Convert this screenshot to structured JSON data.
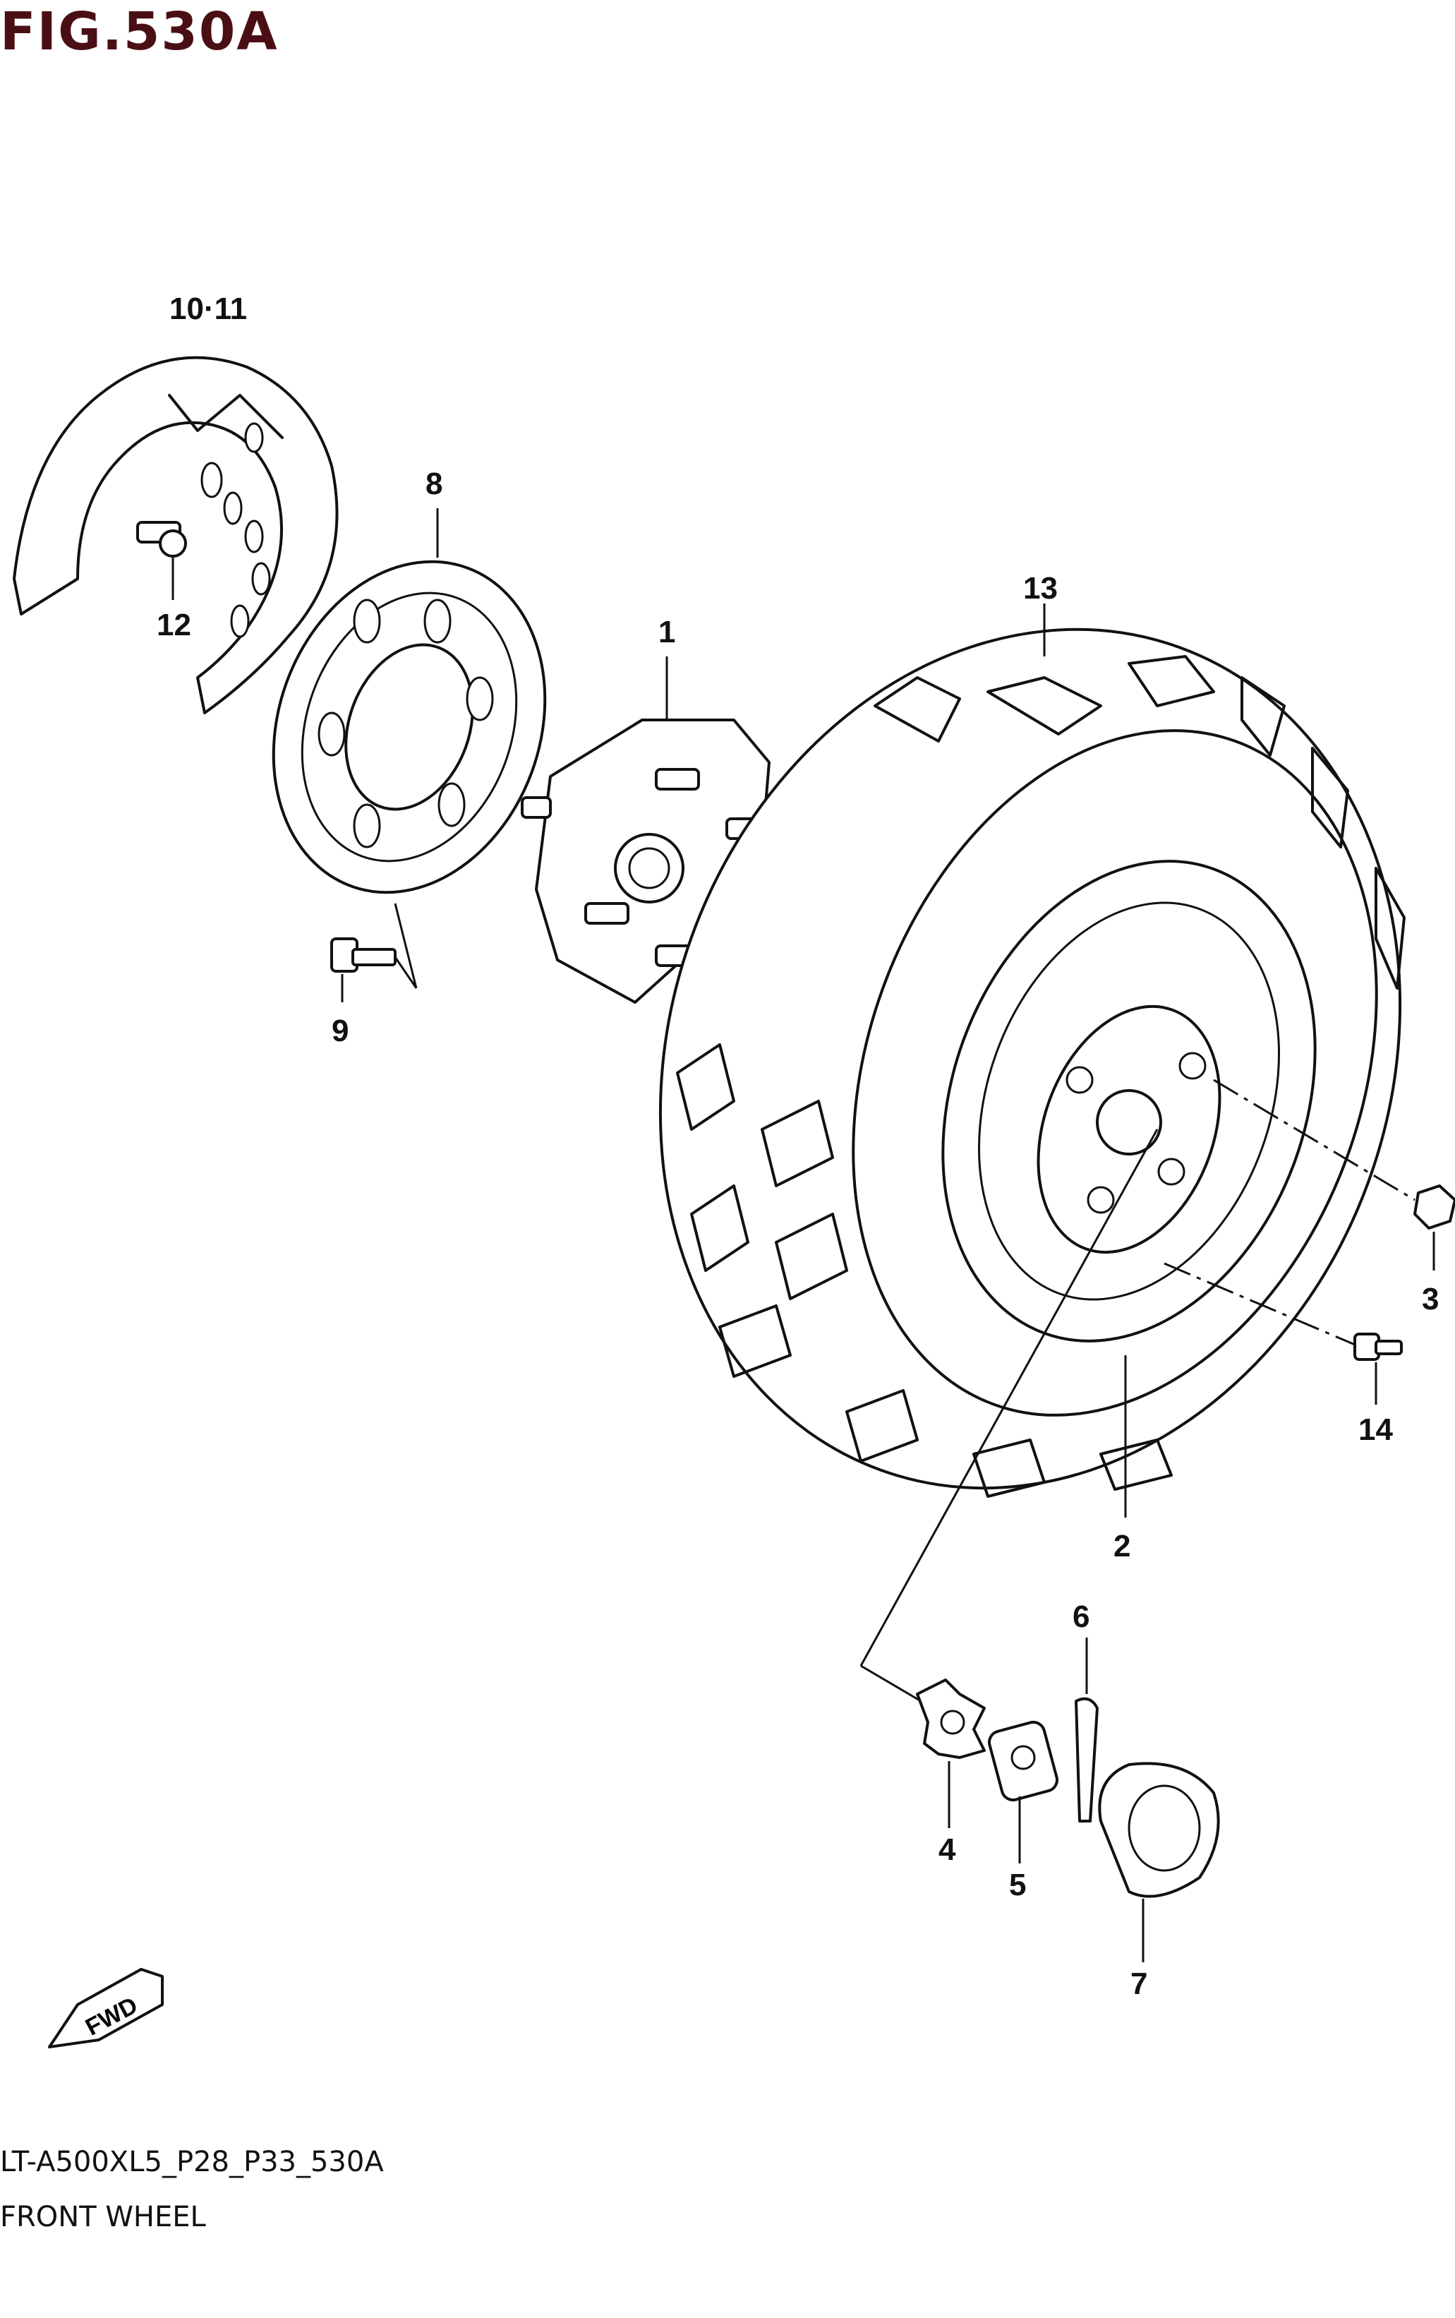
{
  "figure": {
    "title": "FIG.530A",
    "code": "LT-A500XL5_P28_P33_530A",
    "name": "FRONT WHEEL"
  },
  "callouts": [
    {
      "id": "c10_11",
      "label": "10·11"
    },
    {
      "id": "c8",
      "label": "8"
    },
    {
      "id": "c12",
      "label": "12"
    },
    {
      "id": "c1",
      "label": "1"
    },
    {
      "id": "c13",
      "label": "13"
    },
    {
      "id": "c9",
      "label": "9"
    },
    {
      "id": "c3",
      "label": "3"
    },
    {
      "id": "c14",
      "label": "14"
    },
    {
      "id": "c2",
      "label": "2"
    },
    {
      "id": "c6",
      "label": "6"
    },
    {
      "id": "c4",
      "label": "4"
    },
    {
      "id": "c5",
      "label": "5"
    },
    {
      "id": "c7",
      "label": "7"
    }
  ],
  "fwd_arrow": {
    "label": "FWD"
  },
  "colors": {
    "title": "#4a0f14",
    "line": "#111111",
    "background": "#ffffff"
  }
}
